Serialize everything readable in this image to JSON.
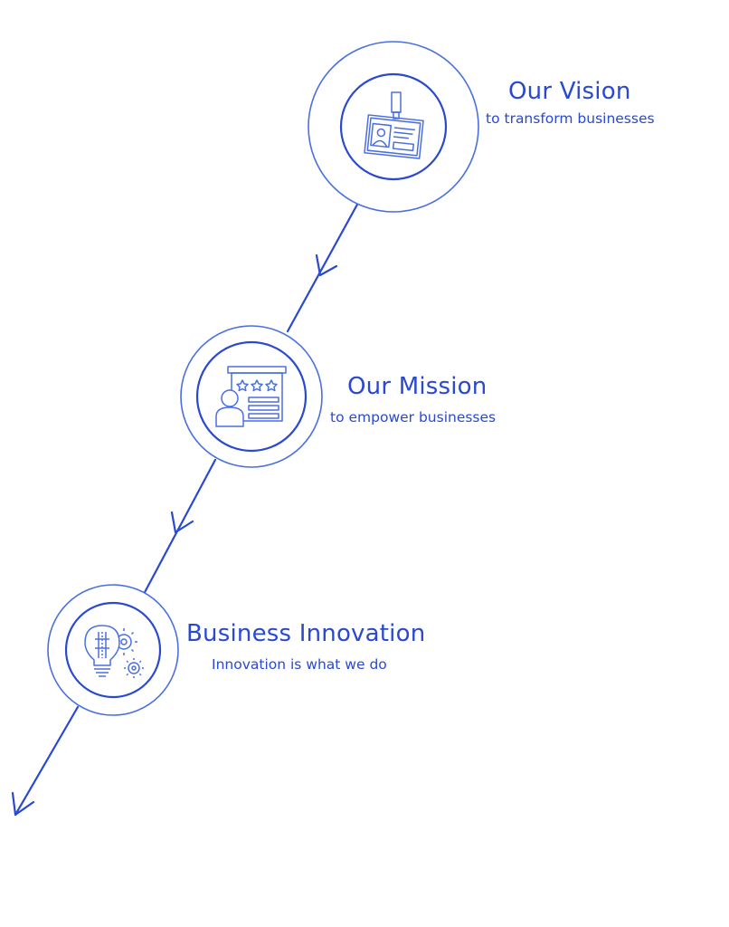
{
  "nodes": [
    {
      "title": "Our Vision",
      "subtitle": "to transform businesses",
      "icon": "id-badge-icon"
    },
    {
      "title": "Our Mission",
      "subtitle": "to empower businesses",
      "icon": "presentation-rating-icon"
    },
    {
      "title": "Business Innovation",
      "subtitle": "Innovation is what we do",
      "icon": "lightbulb-gears-icon"
    }
  ],
  "colors": {
    "accent": "#2a49d0",
    "ring": "#4a6fe0",
    "background": "#ffffff"
  }
}
